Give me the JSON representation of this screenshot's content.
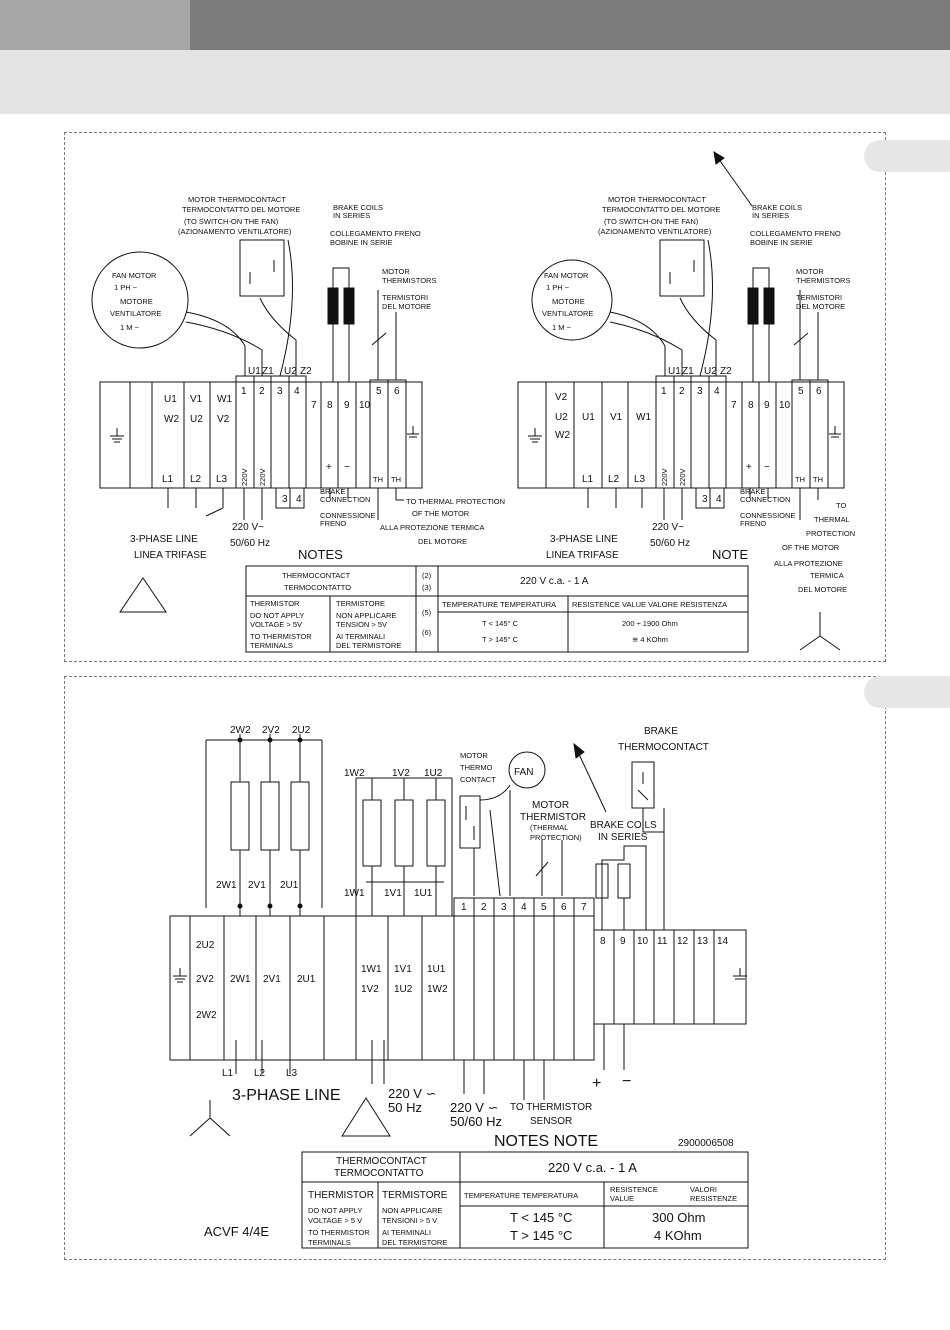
{
  "diagram1": {
    "left": {
      "motor_thermocontact": [
        "MOTOR THERMOCONTACT",
        "TERMOCONTATTO DEL MOTORE",
        "(TO SWITCH-ON THE FAN)",
        "(AZIONAMENTO VENTILATORE)"
      ],
      "brake_coils": [
        "BRAKE COILS",
        "IN SERIES"
      ],
      "collegamento": [
        "COLLEGAMENTO FRENO",
        "BOBINE IN SERIE"
      ],
      "fan_motor": [
        "FAN MOTOR",
        "1 PH ~",
        "MOTORE",
        "VENTILATORE",
        "1 M ~"
      ],
      "motor_thermistors": [
        "MOTOR",
        "THERMISTORS",
        "TERMISTORI",
        "DEL MOTORE"
      ],
      "upper_labels": [
        "U1",
        "Z1",
        "U2",
        "Z2"
      ],
      "col_u": [
        "U1",
        "W2"
      ],
      "col_v": [
        "V1",
        "U2"
      ],
      "col_w": [
        "W1",
        "V2"
      ],
      "lines": [
        "L1",
        "L2",
        "L3"
      ],
      "terminals": [
        "1",
        "2",
        "3",
        "4",
        "7",
        "8",
        "9",
        "10",
        "5",
        "6"
      ],
      "volt_vertical": [
        "220V",
        "220V"
      ],
      "lower_terminals": [
        "3",
        "4"
      ],
      "plus_minus": [
        "+",
        "−"
      ],
      "th": [
        "TH",
        "TH"
      ],
      "brake_connection": [
        "BRAKE",
        "CONNECTION",
        "CONNESSIONE",
        "FRENO"
      ],
      "thermal_protection": [
        "TO THERMAL PROTECTION",
        "OF THE MOTOR",
        "ALLA PROTEZIONE TERMICA",
        "DEL MOTORE"
      ],
      "voltage": [
        "220 V~",
        "50/60 Hz"
      ],
      "phase_line": [
        "3-PHASE LINE",
        "LINEA TRIFASE"
      ],
      "notes": "NOTES"
    },
    "right": {
      "motor_thermocontact": [
        "MOTOR THERMOCONTACT",
        "TERMOCONTATTO DEL MOTORE",
        "(TO SWITCH-ON THE FAN)",
        "(AZIONAMENTO VENTILATORE)"
      ],
      "brake_coils": [
        "BRAKE COILS",
        "IN SERIES"
      ],
      "collegamento": [
        "COLLEGAMENTO FRENO",
        "BOBINE IN SERIE"
      ],
      "fan_motor": [
        "FAN MOTOR",
        "1 PH ~",
        "MOTORE",
        "VENTILATORE",
        "1 M ~"
      ],
      "motor_thermistors": [
        "MOTOR",
        "THERMISTORS",
        "TERMISTORI",
        "DEL MOTORE"
      ],
      "upper_labels": [
        "U1",
        "Z1",
        "U2",
        "Z2"
      ],
      "col_a": [
        "V2",
        "U2",
        "W2"
      ],
      "col_b": [
        "U1"
      ],
      "col_c": [
        "V1"
      ],
      "col_d": [
        "W1"
      ],
      "lines": [
        "L1",
        "L2",
        "L3"
      ],
      "terminals": [
        "1",
        "2",
        "3",
        "4",
        "7",
        "8",
        "9",
        "10",
        "5",
        "6"
      ],
      "volt_vertical": [
        "220V",
        "220V"
      ],
      "lower_terminals": [
        "3",
        "4"
      ],
      "plus_minus": [
        "+",
        "−"
      ],
      "th": [
        "TH",
        "TH"
      ],
      "brake_connection": [
        "BRAKE",
        "CONNECTION",
        "CONNESSIONE",
        "FRENO"
      ],
      "thermal_protection": [
        "TO",
        "THERMAL",
        "PROTECTION",
        "OF THE MOTOR",
        "ALLA PROTEZIONE",
        "TERMICA",
        "DEL MOTORE"
      ],
      "voltage": [
        "220 V~",
        "50/60 Hz"
      ],
      "phase_line": [
        "3-PHASE LINE",
        "LINEA TRIFASE"
      ],
      "note": "NOTE"
    },
    "table": {
      "thermocontact": [
        "THERMOCONTACT",
        "TERMOCONTATTO"
      ],
      "thermocontact_refs": [
        "(2)",
        "(3)"
      ],
      "thermocontact_value": "220 V   c.a.   -   1 A",
      "thermistor": [
        "THERMISTOR",
        "DO NOT APPLY",
        "VOLTAGE > 5V",
        "TO THERMISTOR",
        "TERMINALS"
      ],
      "termistore": [
        "TERMISTORE",
        "NON APPLICARE",
        "TENSION > 5V",
        "AI TERMINALI",
        "DEL TERMISTORE"
      ],
      "thermistor_refs": [
        "(5)",
        "(6)"
      ],
      "temp_header": "TEMPERATURE   TEMPERATURA",
      "res_header": "RESISTENCE VALUE   VALORE RESISTENZA",
      "temps": [
        "T < 145° C",
        "T > 145° C"
      ],
      "values": [
        "200 ÷ 1900 Ohm",
        "≅ 4 KOhm"
      ]
    }
  },
  "diagram2": {
    "top_coils": [
      "2W2",
      "2V2",
      "2U2"
    ],
    "bottom_coils": [
      "2W1",
      "2V1",
      "2U1"
    ],
    "inner_top": [
      "1W2",
      "1V2",
      "1U2"
    ],
    "inner_bottom": [
      "1W1",
      "1V1",
      "1U1"
    ],
    "motor_thermocontact": [
      "MOTOR",
      "THERMO",
      "CONTACT"
    ],
    "fan": "FAN",
    "motor_thermistor": [
      "MOTOR",
      "THERMISTOR"
    ],
    "thermal_protection": [
      "(THERMAL",
      "PROTECTION)"
    ],
    "brake_thermocontact": [
      "BRAKE",
      "THERMOCONTACT"
    ],
    "brake_coils": [
      "BRAKE COILS",
      "IN SERIES"
    ],
    "terminals_top": [
      "1",
      "2",
      "3",
      "4",
      "5",
      "6",
      "7"
    ],
    "terminals_right": [
      "8",
      "9",
      "10",
      "11",
      "12",
      "13",
      "14"
    ],
    "box_col1": [
      "2U2",
      "2V2",
      "2W2"
    ],
    "box_col2": [
      "2W1"
    ],
    "box_col3": [
      "2V1"
    ],
    "box_col4": [
      "2U1"
    ],
    "box_col5": [
      "1W1",
      "1V2"
    ],
    "box_col6": [
      "1V1",
      "1U2"
    ],
    "box_col7": [
      "1U1",
      "1W2"
    ],
    "lines": [
      "L1",
      "L2",
      "L3"
    ],
    "phase_line": "3-PHASE LINE",
    "voltage_center": [
      "220 V ∽",
      "50 Hz"
    ],
    "voltage_left": [
      "220 V ∽",
      "50/60 Hz"
    ],
    "thermistor_sensor": [
      "TO THERMISTOR",
      "SENSOR"
    ],
    "plus_minus": [
      "+",
      "−"
    ],
    "notes_title": "NOTES  NOTE",
    "code": "2900006508",
    "model": "ACVF 4/4E",
    "table": {
      "thermocontact": [
        "THERMOCONTACT",
        "TERMOCONTATTO"
      ],
      "thermocontact_value": "220 V  c.a.  -  1 A",
      "thermistor": [
        "THERMISTOR",
        "DO NOT APPLY",
        "VOLTAGE > 5 V",
        "TO THERMISTOR",
        "TERMINALS"
      ],
      "termistore": [
        "TERMISTORE",
        "NON APPLICARE",
        "TENSIONI > 5 V",
        "AI TERMINALI",
        "DEL TERMISTORE"
      ],
      "temp_header": "TEMPERATURE   TEMPERATURA",
      "res_header": [
        "RESISTENCE",
        "VALUE"
      ],
      "valori_header": [
        "VALORI",
        "RESISTENZE"
      ],
      "temps": [
        "T < 145 °C",
        "T > 145 °C"
      ],
      "values": [
        "300 Ohm",
        "4 KOhm"
      ]
    }
  }
}
